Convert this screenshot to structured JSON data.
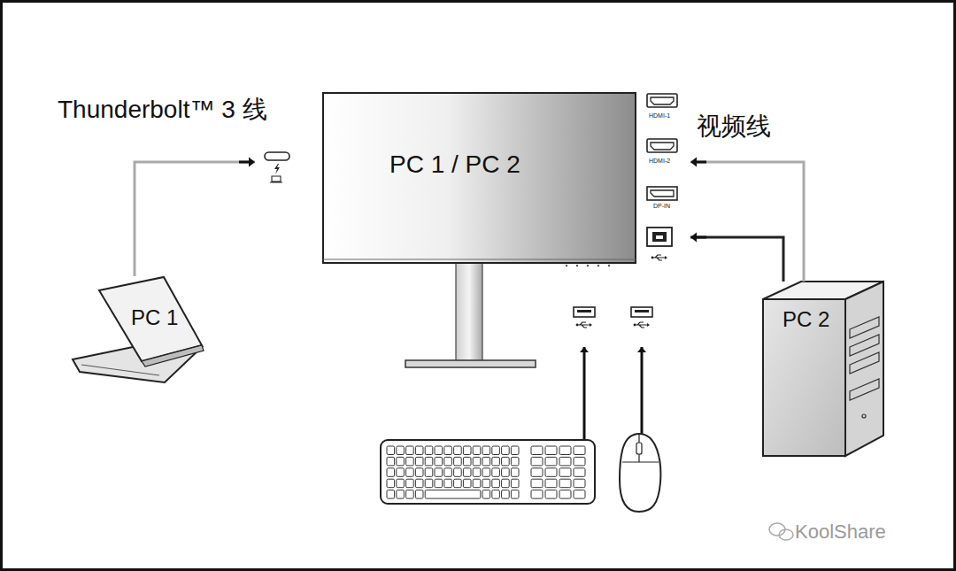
{
  "diagram": {
    "nodes": [
      {
        "text": [
          "PC 1 / PC 2"
        ]
      },
      {
        "text": [
          "PC 1"
        ]
      },
      {
        "text": [
          "PC 2"
        ]
      }
    ],
    "edges": [
      {
        "from": 1,
        "to": 0,
        "arrow": "to",
        "label": "Thunderbolt™ 3 线"
      },
      {
        "from": 2,
        "to": 0,
        "arrow": "to",
        "label": "视频线"
      },
      {
        "from": 2,
        "to": 0,
        "arrow": "to"
      }
    ],
    "labels": [
      "HDMI-1",
      "HDMI-2",
      "DP-IN",
      "KoolShare"
    ]
  }
}
